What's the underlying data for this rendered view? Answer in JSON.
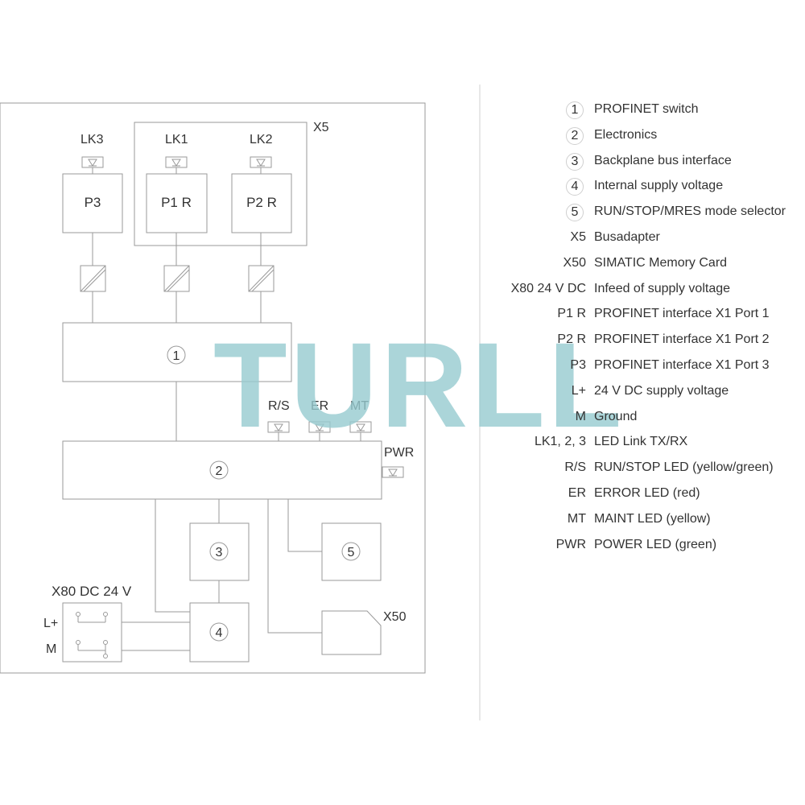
{
  "diagram": {
    "bus_adapter_label": "X5",
    "blocks": {
      "p3": "P3",
      "p1r": "P1 R",
      "p2r": "P2 R",
      "profinet_switch": "1",
      "electronics": "2",
      "backplane_bus": "3",
      "supply": "4",
      "mode_selector": "5"
    },
    "leds": {
      "lk3": "LK3",
      "lk1": "LK1",
      "lk2": "LK2",
      "rs": "R/S",
      "er": "ER",
      "mt": "MT",
      "pwr": "PWR"
    },
    "connector": {
      "title": "X80 DC 24 V",
      "lplus": "L+",
      "m": "M"
    },
    "memory_card": "X50"
  },
  "watermark": "TURLL",
  "legend": [
    {
      "key": "1",
      "circled": true,
      "desc": "PROFINET switch"
    },
    {
      "key": "2",
      "circled": true,
      "desc": "Electronics"
    },
    {
      "key": "3",
      "circled": true,
      "desc": "Backplane bus interface"
    },
    {
      "key": "4",
      "circled": true,
      "desc": "Internal supply voltage"
    },
    {
      "key": "5",
      "circled": true,
      "desc": "RUN/STOP/MRES mode selector"
    },
    {
      "key": "X5",
      "circled": false,
      "desc": "Busadapter"
    },
    {
      "key": "X50",
      "circled": false,
      "desc": "SIMATIC Memory Card"
    },
    {
      "key": "X80 24 V DC",
      "circled": false,
      "desc": "Infeed of supply voltage"
    },
    {
      "key": "P1 R",
      "circled": false,
      "desc": "PROFINET interface X1 Port 1"
    },
    {
      "key": "P2 R",
      "circled": false,
      "desc": "PROFINET interface X1 Port 2"
    },
    {
      "key": "P3",
      "circled": false,
      "desc": "PROFINET interface X1 Port 3"
    },
    {
      "key": "L+",
      "circled": false,
      "desc": "24 V DC supply voltage"
    },
    {
      "key": "M",
      "circled": false,
      "desc": "Ground"
    },
    {
      "key": "LK1, 2, 3",
      "circled": false,
      "desc": "LED Link TX/RX"
    },
    {
      "key": "R/S",
      "circled": false,
      "desc": "RUN/STOP LED (yellow/green)"
    },
    {
      "key": "ER",
      "circled": false,
      "desc": "ERROR LED (red)"
    },
    {
      "key": "MT",
      "circled": false,
      "desc": "MAINT LED (yellow)"
    },
    {
      "key": "PWR",
      "circled": false,
      "desc": "POWER LED (green)"
    }
  ]
}
